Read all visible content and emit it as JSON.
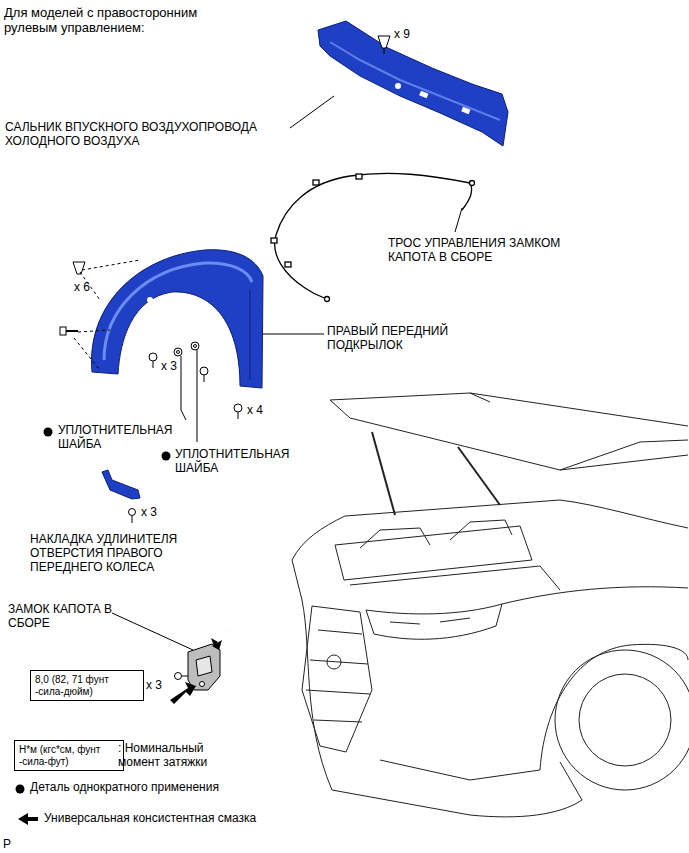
{
  "diagram": {
    "title": "Для моделей с правосторонним рулевым управлением:",
    "nodes": [
      {
        "text": [
          "8,0 (82, 71 фунт -сила-дюйм)"
        ]
      },
      {
        "text": [
          "Н*м (кгс*см, фунт -сила-фут)"
        ]
      }
    ],
    "labels": [
      "x 9",
      "САЛЬНИК ВПУСКНОГО ВОЗДУХОПРОВОДА ХОЛОДНОГО ВОЗДУХА",
      "ТРОС УПРАВЛЕНИЯ ЗАМКОМ КАПОТА В СБОРЕ",
      "x 6",
      "ПРАВЫЙ ПЕРЕДНИЙ ПОДКРЫЛОК",
      "x 3",
      "x 4",
      "УПЛОТНИТЕЛЬНАЯ ШАЙБА",
      "УПЛОТНИТЕЛЬНАЯ ШАЙБА",
      "x 3",
      "НАКЛАДКА УДЛИНИТЕЛЯ ОТВЕРСТИЯ ПРАВОГО ПЕРЕДНЕГО КОЛЕСА",
      "ЗАМОК КАПОТА В СБОРЕ",
      "x 3",
      "P"
    ],
    "legend": [
      {
        "text": ": Номинальный момент затяжки"
      },
      {
        "text": "Деталь однократного применения"
      },
      {
        "text": "Универсальная консистентная смазка"
      }
    ]
  }
}
